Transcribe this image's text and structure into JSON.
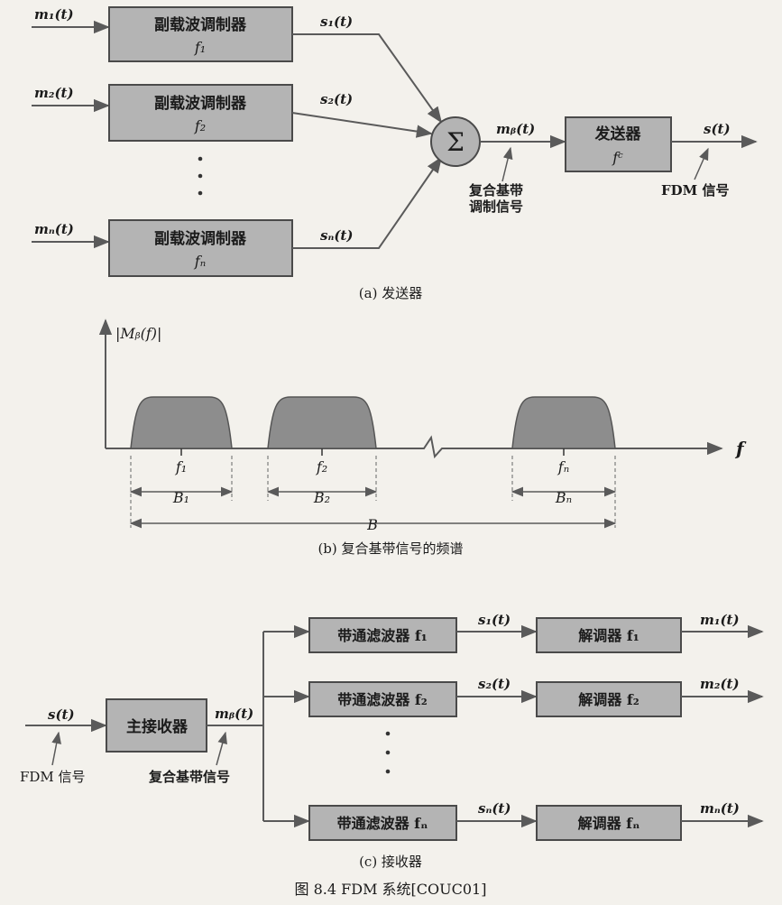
{
  "transmitter": {
    "inputs": [
      "m₁(t)",
      "m₂(t)",
      "mₙ(t)"
    ],
    "modulators": [
      {
        "label": "副载波调制器",
        "sub": "f₁",
        "output": "s₁(t)"
      },
      {
        "label": "副载波调制器",
        "sub": "f₂",
        "output": "s₂(t)"
      },
      {
        "label": "副载波调制器",
        "sub": "fₙ",
        "output": "sₙ(t)"
      }
    ],
    "summer_symbol": "Σ",
    "composite_signal": "mᵦ(t)",
    "composite_label_line1": "复合基带",
    "composite_label_line2": "调制信号",
    "sender_label": "发送器",
    "sender_sub": "fᶜ",
    "output_signal": "s(t)",
    "output_label": "FDM 信号",
    "caption": "(a) 发送器"
  },
  "spectrum": {
    "ylabel": "|Mᵦ(f)|",
    "xlabel": "f",
    "centers": [
      "f₁",
      "f₂",
      "fₙ"
    ],
    "bandwidths": [
      "B₁",
      "B₂",
      "Bₙ"
    ],
    "total_bandwidth": "B",
    "caption": "(b) 复合基带信号的频谱"
  },
  "receiver": {
    "input_signal": "s(t)",
    "input_label": "FDM 信号",
    "main_receiver": "主接收器",
    "composite_signal": "mᵦ(t)",
    "composite_label": "复合基带信号",
    "channels": [
      {
        "filter": "带通滤波器 f₁",
        "signal": "s₁(t)",
        "demod": "解调器  f₁",
        "output": "m₁(t)"
      },
      {
        "filter": "带通滤波器 f₂",
        "signal": "s₂(t)",
        "demod": "解调器  f₂",
        "output": "m₂(t)"
      },
      {
        "filter": "带通滤波器 fₙ",
        "signal": "sₙ(t)",
        "demod": "解调器  fₙ",
        "output": "mₙ(t)"
      }
    ],
    "caption": "(c) 接收器"
  },
  "figure_caption": "图 8.4   FDM 系统[COUC01]",
  "colors": {
    "box_fill": "#b4b4b4",
    "box_stroke": "#4a4a4a",
    "line": "#5a5a5a",
    "hump": "#8d8d8d",
    "background": "#f3f1ec"
  }
}
